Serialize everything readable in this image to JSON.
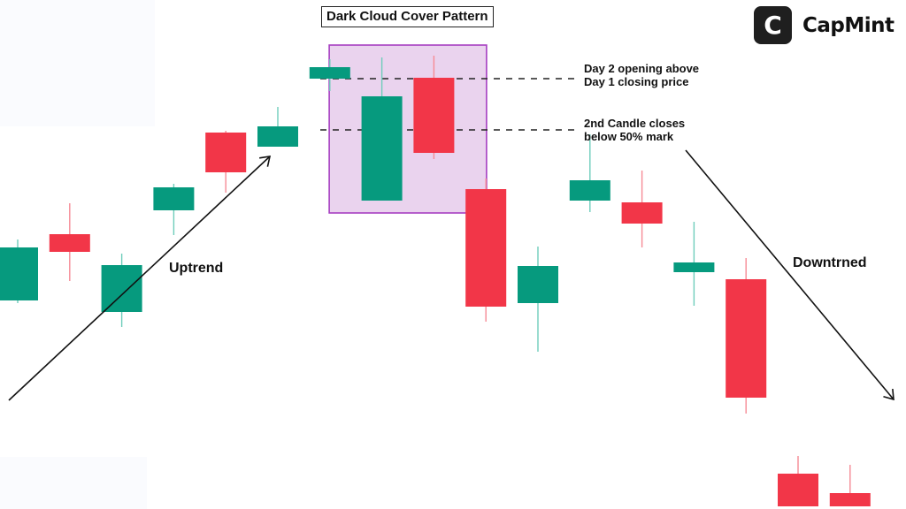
{
  "chart_data": {
    "type": "candlestick",
    "title": "Dark Cloud Cover Pattern",
    "xlabel": "",
    "ylabel": "",
    "grid": false,
    "price_scale_note": "relative price units (higher = higher price)",
    "ylim": [
      0,
      520
    ],
    "colors": {
      "bullish": "#069a7e",
      "bearish": "#f23648",
      "highlight_fill": "#ead3ee",
      "highlight_border": "#a63ec1"
    },
    "candles": [
      {
        "index": 1,
        "direction": "bullish",
        "open": 236,
        "close": 296,
        "high": 305,
        "low": 233
      },
      {
        "index": 2,
        "direction": "bearish",
        "open": 311,
        "close": 291,
        "high": 346,
        "low": 258
      },
      {
        "index": 3,
        "direction": "bullish",
        "open": 223,
        "close": 276,
        "high": 289,
        "low": 206
      },
      {
        "index": 4,
        "direction": "bullish",
        "open": 338,
        "close": 364,
        "high": 368,
        "low": 310
      },
      {
        "index": 5,
        "direction": "bearish",
        "open": 426,
        "close": 381,
        "high": 428,
        "low": 358
      },
      {
        "index": 6,
        "direction": "bullish",
        "open": 410,
        "close": 433,
        "high": 455,
        "low": 410
      },
      {
        "index": 7,
        "direction": "bullish",
        "open": 487,
        "close": 500,
        "high": 509,
        "low": 473
      },
      {
        "index": 8,
        "direction": "bullish",
        "open": 349,
        "close": 467,
        "high": 511,
        "low": 349,
        "role": "Day 1"
      },
      {
        "index": 9,
        "direction": "bearish",
        "open": 488,
        "close": 403,
        "high": 513,
        "low": 396,
        "role": "Day 2"
      },
      {
        "index": 10,
        "direction": "bearish",
        "open": 362,
        "close": 229,
        "high": 374,
        "low": 212
      },
      {
        "index": 11,
        "direction": "bullish",
        "open": 233,
        "close": 275,
        "high": 297,
        "low": 178
      },
      {
        "index": 12,
        "direction": "bullish",
        "open": 349,
        "close": 372,
        "high": 424,
        "low": 336
      },
      {
        "index": 13,
        "direction": "bearish",
        "open": 347,
        "close": 323,
        "high": 383,
        "low": 296
      },
      {
        "index": 14,
        "direction": "bullish",
        "open": 268,
        "close": 279,
        "high": 325,
        "low": 230
      },
      {
        "index": 15,
        "direction": "bearish",
        "open": 260,
        "close": 126,
        "high": 284,
        "low": 108
      },
      {
        "index": 16,
        "direction": "bearish",
        "open": 40,
        "close": 3,
        "high": 60,
        "low": 3
      },
      {
        "index": 17,
        "direction": "bearish",
        "open": 18,
        "close": 3,
        "high": 50,
        "low": 3
      }
    ],
    "highlight": {
      "from_candle": 8,
      "to_candle": 9,
      "label": "Dark Cloud Cover Pattern"
    },
    "reference_lines": [
      {
        "level": 487,
        "style": "dashed",
        "label_lines": [
          "Day 2 opening above",
          "Day 1 closing price"
        ]
      },
      {
        "level": 429,
        "style": "dashed",
        "label_lines": [
          "2nd Candle closes",
          "below 50% mark"
        ]
      }
    ],
    "trend_arrows": [
      {
        "label": "Uptrend",
        "direction": "up",
        "from_candle": 1,
        "to_candle": 6
      },
      {
        "label": "Downtrned",
        "direction": "down",
        "from_candle": 14,
        "to_candle": 17
      }
    ]
  },
  "branding": {
    "logo_letter": "C",
    "logo_text": "CapMint"
  }
}
